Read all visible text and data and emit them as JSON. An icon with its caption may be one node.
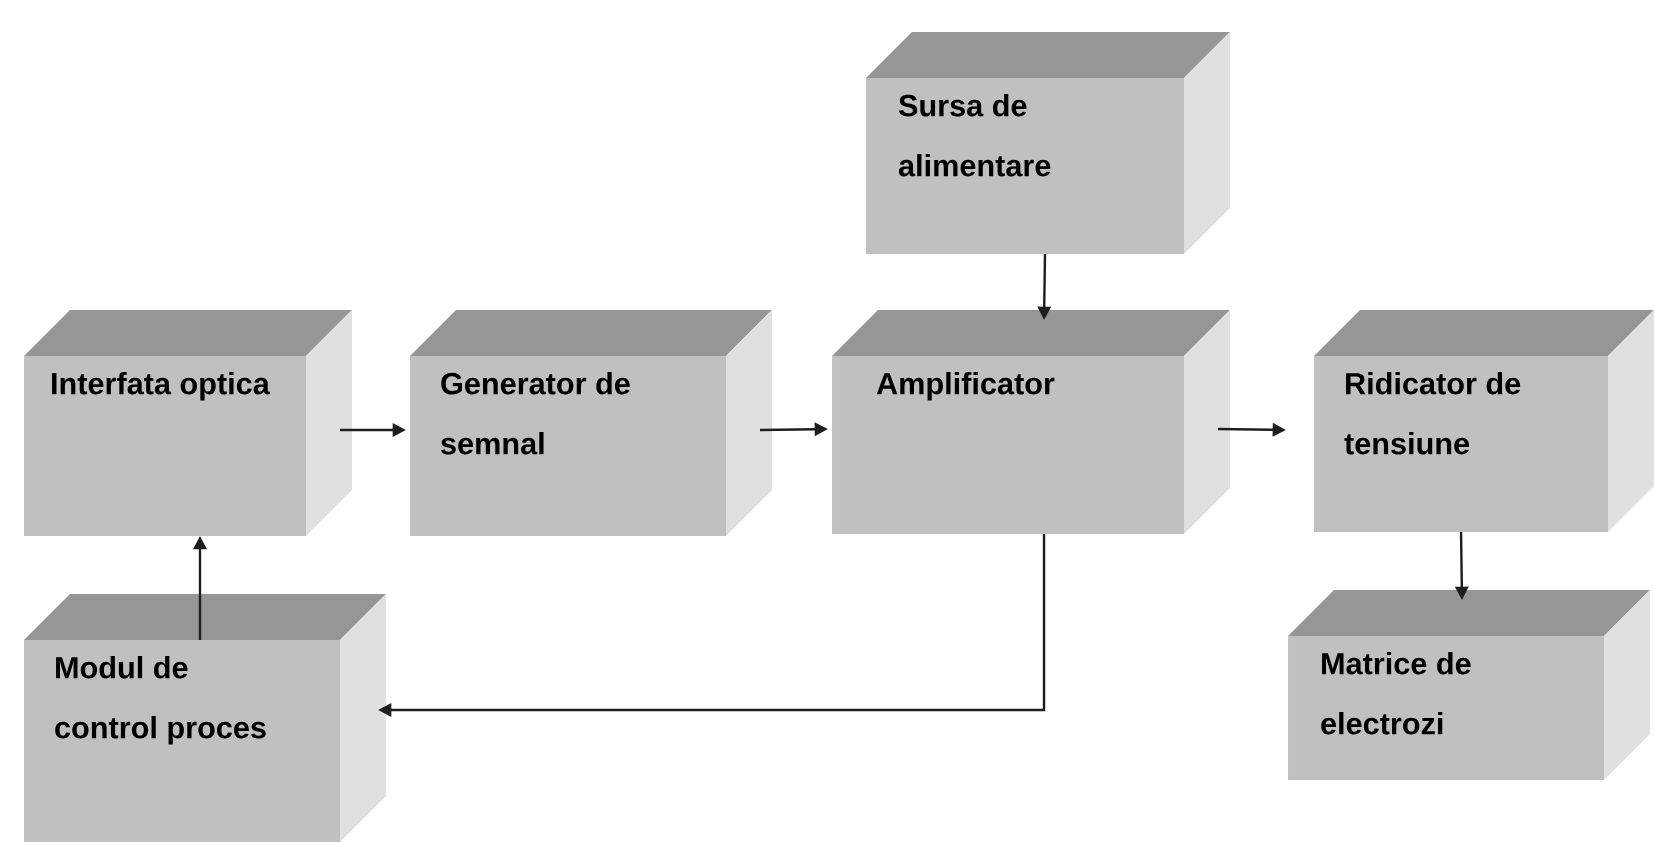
{
  "diagram": {
    "nodes": [
      {
        "text": [
          "Interfata optica"
        ]
      },
      {
        "text": [
          "Generator de semnal"
        ]
      },
      {
        "text": [
          "Sursa  de alimentare"
        ]
      },
      {
        "text": [
          "Amplificator"
        ]
      },
      {
        "text": [
          "Ridicator de tensiune"
        ]
      },
      {
        "text": [
          "Modul de control proces"
        ]
      },
      {
        "text": [
          "Matrice de electrozi"
        ]
      }
    ],
    "edges": [
      {
        "from": 0,
        "to": 1,
        "arrow": "to"
      },
      {
        "from": 1,
        "to": 3,
        "arrow": "to"
      },
      {
        "from": 2,
        "to": 3,
        "arrow": "to"
      },
      {
        "from": 3,
        "to": 4,
        "arrow": "to"
      },
      {
        "from": 4,
        "to": 6,
        "arrow": "to"
      },
      {
        "from": 3,
        "to": 5,
        "arrow": "to"
      },
      {
        "from": 5,
        "to": 0,
        "arrow": "to"
      }
    ]
  }
}
